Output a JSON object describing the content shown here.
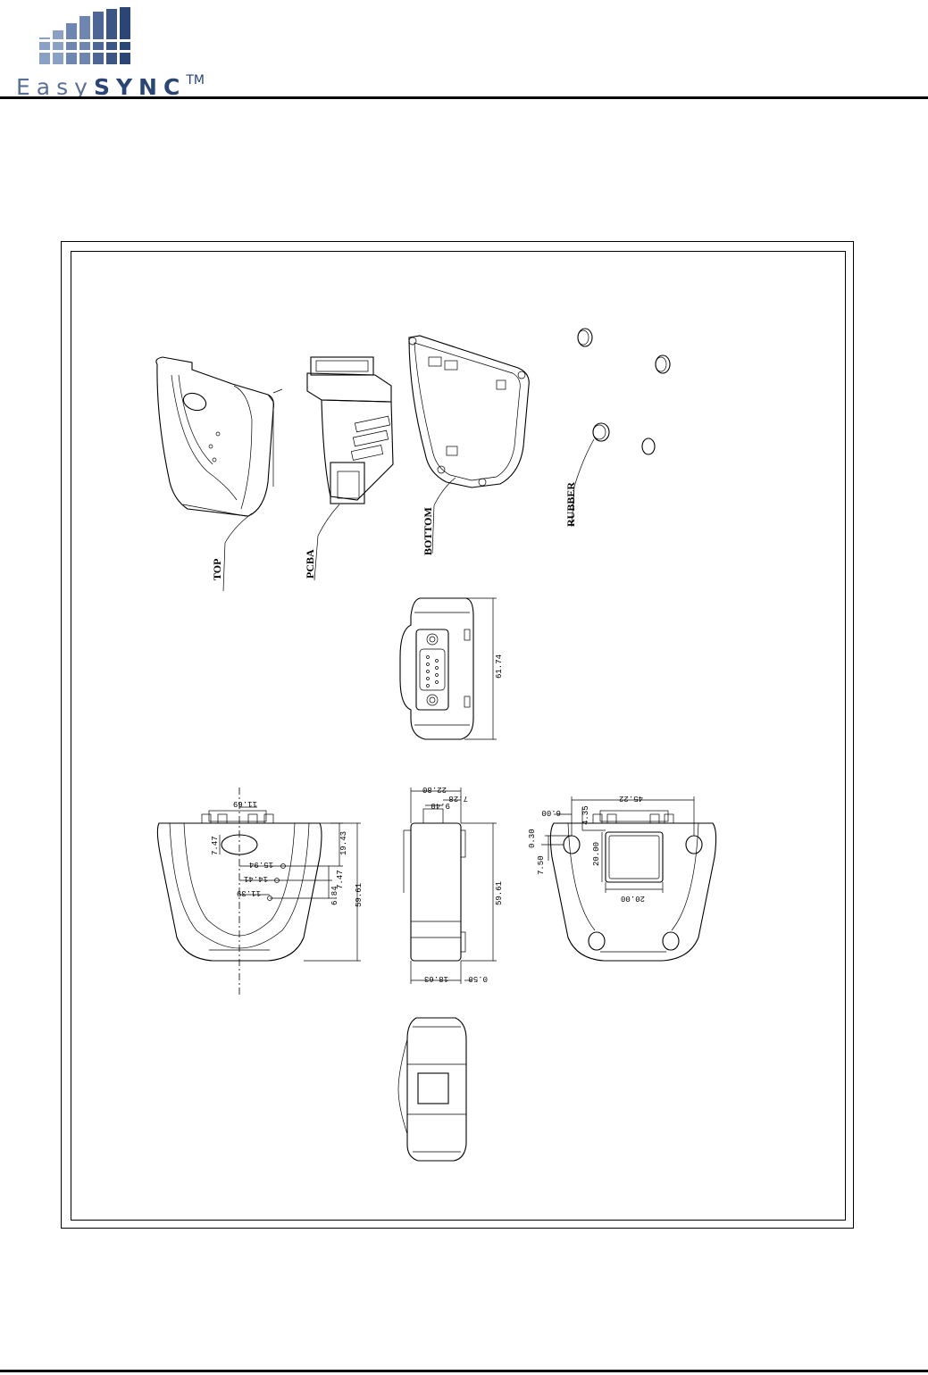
{
  "logo": {
    "word_easy": "Easy",
    "word_sync": "SYNC",
    "trademark": "TM"
  },
  "parts": {
    "top": "TOP",
    "pcba": "PCBA",
    "bottom": "BOTTOM",
    "rubber": "RUBBER"
  },
  "dimensions": {
    "end_view_height": "61.74",
    "front": [
      "11.69",
      "7.47",
      "15.94",
      "14.41",
      "11.39",
      "7.47",
      "19.43",
      "6.84",
      "59.61"
    ],
    "side": [
      "22.80",
      "7.28",
      "9.40",
      "59.61",
      "18.63",
      "0.50"
    ],
    "back": [
      "6.00",
      "4.35",
      "45.22",
      "0.30",
      "20.00",
      "7.50",
      "20.00"
    ]
  },
  "colors": {
    "logo_dark": "#2b4574",
    "logo_light": "#5a6f95"
  }
}
